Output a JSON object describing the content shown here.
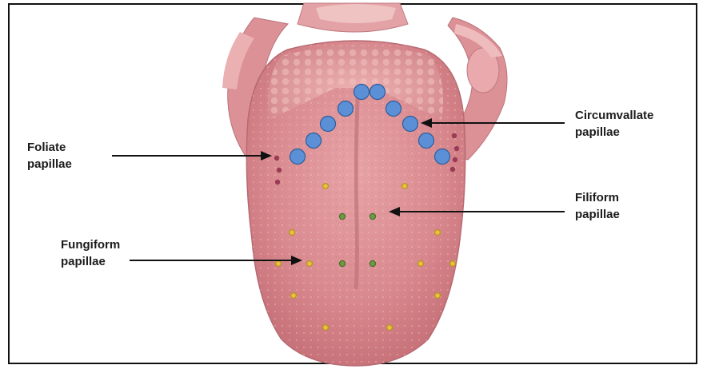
{
  "labels": {
    "foliate": {
      "line1": "Foliate",
      "line2": "papillae"
    },
    "circumvallate": {
      "line1": "Circumvallate",
      "line2": "papillae"
    },
    "filiform": {
      "line1": "Filiform",
      "line2": "papillae"
    },
    "fungiform": {
      "line1": "Fungiform",
      "line2": "papillae"
    }
  },
  "colors": {
    "circumvallate_dot": "#5b8fd6",
    "filiform_dot": "#6e9a45",
    "fungiform_dot": "#e8c23a",
    "foliate_dot": "#9a3a55",
    "tongue": "#d9858a",
    "arrow": "#111111"
  }
}
